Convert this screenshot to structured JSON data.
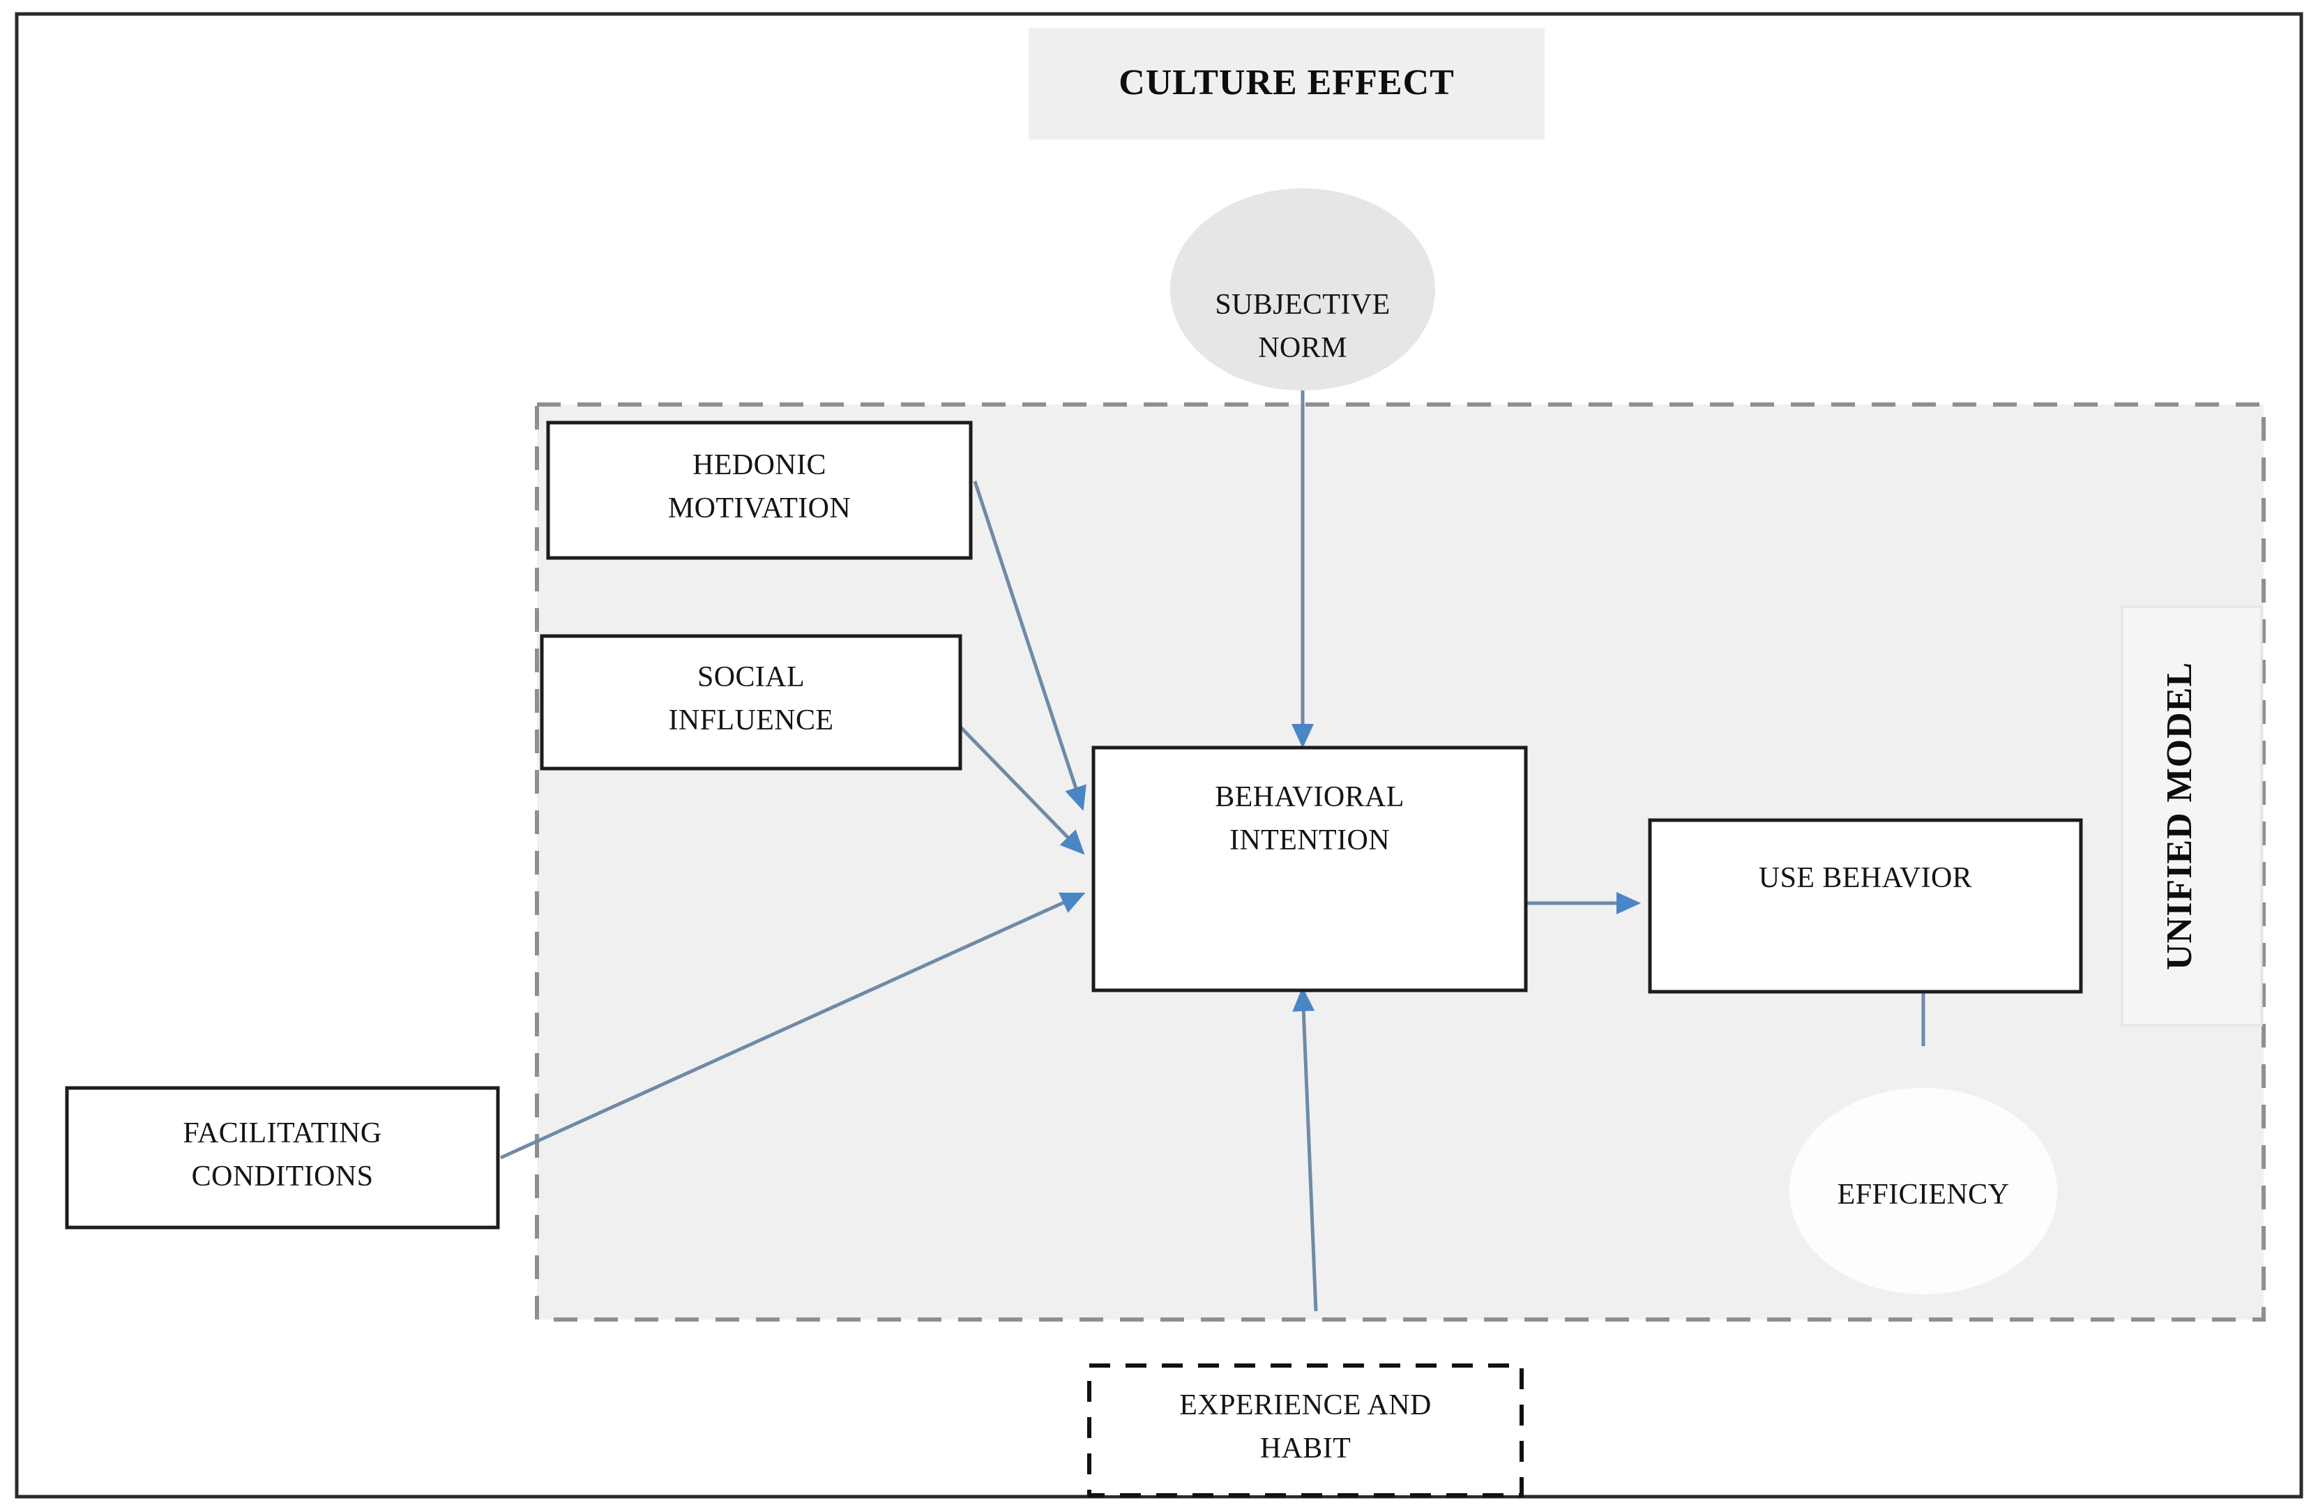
{
  "figure": {
    "title": "CULTURE EFFECT",
    "boundary_label": "UNIFIED MODEL"
  },
  "nodes": {
    "subjective_norm": {
      "label_line1": "SUBJECTIVE",
      "label_line2": "NORM",
      "shape": "circle",
      "fill": "#e6e6e6"
    },
    "hedonic_motivation": {
      "label_line1": "HEDONIC",
      "label_line2": "MOTIVATION",
      "shape": "rect",
      "fill": "#ffffff"
    },
    "social_influence": {
      "label_line1": "SOCIAL",
      "label_line2": "INFLUENCE",
      "shape": "rect",
      "fill": "#ffffff"
    },
    "facilitating_conditions": {
      "label_line1": "FACILITATING",
      "label_line2": "CONDITIONS",
      "shape": "rect",
      "fill": "#ffffff"
    },
    "behavioral_intention": {
      "label_line1": "BEHAVIORAL",
      "label_line2": "INTENTION",
      "shape": "rect",
      "fill": "#ffffff"
    },
    "use_behavior": {
      "label_line1": "USE BEHAVIOR",
      "label_line2": "",
      "shape": "rect",
      "fill": "#ffffff"
    },
    "efficiency": {
      "label_line1": "EFFICIENCY",
      "label_line2": "",
      "shape": "circle",
      "fill": "#fdfdfd"
    },
    "experience_and_habit": {
      "label_line1": "EXPERIENCE AND",
      "label_line2": "HABIT",
      "shape": "rect-dashed",
      "fill": "#ffffff"
    }
  },
  "colors": {
    "arrow": "#4a86c5",
    "arrow_line": "#6f8aa6",
    "region_fill": "#f0f0f0",
    "region_border": "#8f8f8f",
    "box_border": "#1c1c1c",
    "frame": "#2b2b2b",
    "banner_fill": "#efefef"
  },
  "edges": [
    {
      "from": "subjective_norm",
      "to": "behavioral_intention"
    },
    {
      "from": "hedonic_motivation",
      "to": "behavioral_intention"
    },
    {
      "from": "social_influence",
      "to": "behavioral_intention"
    },
    {
      "from": "facilitating_conditions",
      "to": "behavioral_intention"
    },
    {
      "from": "experience_and_habit",
      "to": "behavioral_intention"
    },
    {
      "from": "behavioral_intention",
      "to": "use_behavior"
    },
    {
      "from": "efficiency",
      "to": "use_behavior"
    }
  ]
}
